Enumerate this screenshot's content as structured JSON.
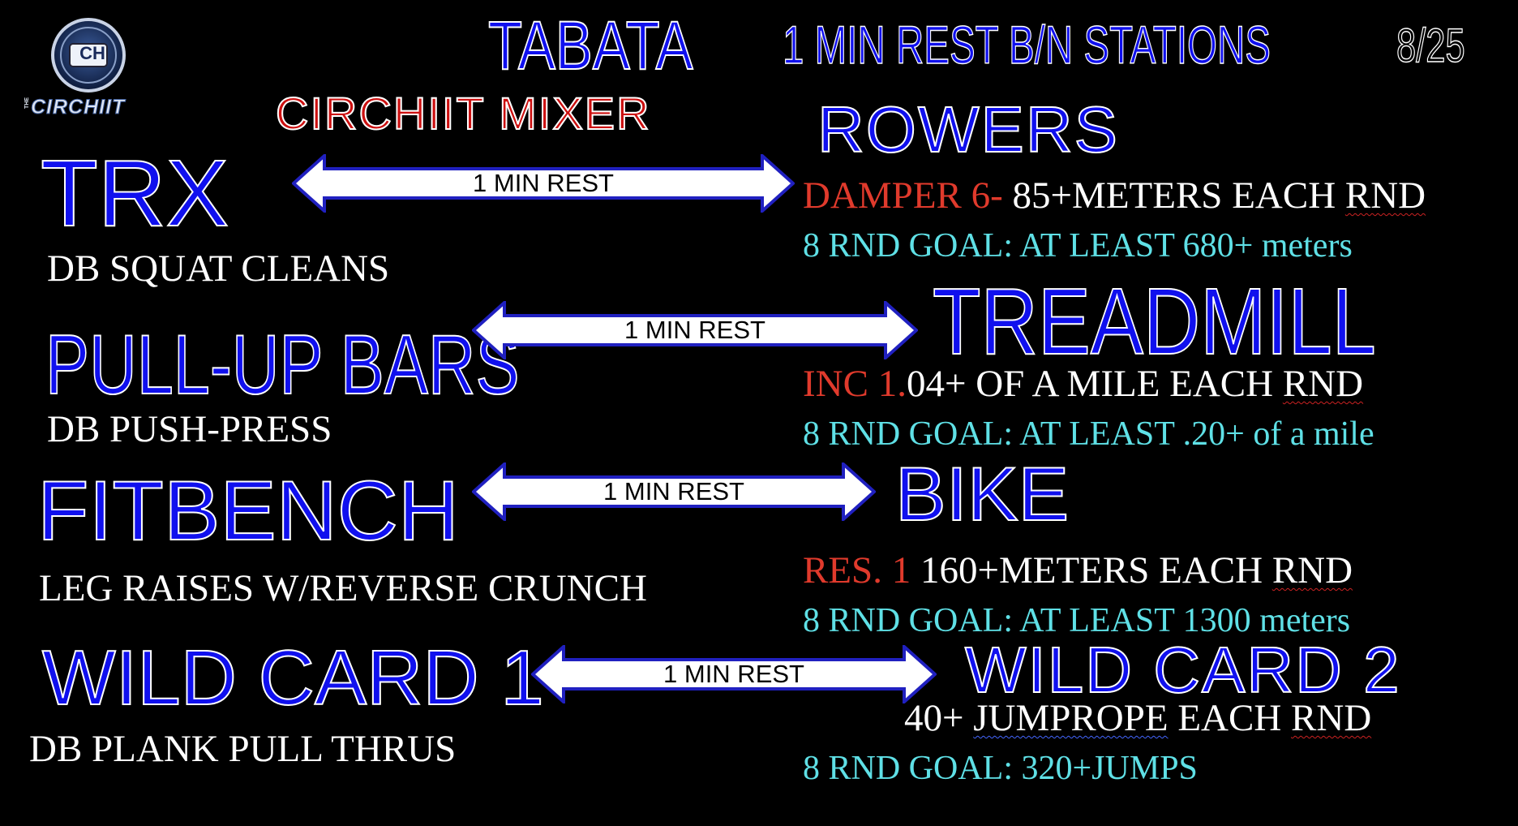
{
  "header": {
    "title": "TABATA",
    "rest_note": "1 MIN REST B/N STATIONS",
    "date": "8/25",
    "subtitle": "CIRCHIIT MIXER"
  },
  "logo": {
    "monogram": "CH",
    "small_text": "THE",
    "brand": "CIRCHIIT"
  },
  "stations": [
    {
      "left_name": "TRX",
      "left_exercise": "DB SQUAT CLEANS",
      "rest_label": "1 MIN REST",
      "right_name": "ROWERS",
      "right_setting": "DAMPER 6- ",
      "right_target_a": "85+METERS EACH ",
      "right_target_b": "RND",
      "right_goal": "8 RND GOAL: AT LEAST 680+ meters"
    },
    {
      "left_name": "PULL-UP BARS",
      "left_exercise": "DB PUSH-PRESS",
      "rest_label": "1 MIN REST",
      "right_name": "TREADMILL",
      "right_setting": "INC 1.",
      "right_target_a": "04+ OF A MILE EACH ",
      "right_target_b": "RND",
      "right_goal": "8 RND GOAL: AT LEAST .20+ of a mile"
    },
    {
      "left_name": "FITBENCH",
      "left_exercise": "LEG RAISES W/REVERSE CRUNCH",
      "rest_label": "1 MIN REST",
      "right_name": "BIKE",
      "right_setting": "RES. 1 ",
      "right_target_a": "160+METERS EACH ",
      "right_target_b": "RND",
      "right_goal": "8 RND GOAL: AT LEAST 1300 meters"
    },
    {
      "left_name": "WILD CARD 1",
      "left_exercise": "DB PLANK PULL THRUS",
      "rest_label": "1 MIN REST",
      "right_name": "WILD CARD 2",
      "right_target_a": "40+ ",
      "right_target_b": "JUMPROPE",
      "right_target_c": " EACH ",
      "right_target_d": "RND",
      "right_goal": "8 RND GOAL: 320+JUMPS"
    }
  ],
  "colors": {
    "background": "#000000",
    "title_blue": "#1010ee",
    "setting_red": "#e03a2c",
    "goal_cyan": "#5fe0e6",
    "subtitle_red": "#cc1010"
  },
  "icons": {
    "logo": "circhiit-logo-icon",
    "arrow": "double-headed-arrow-icon"
  }
}
